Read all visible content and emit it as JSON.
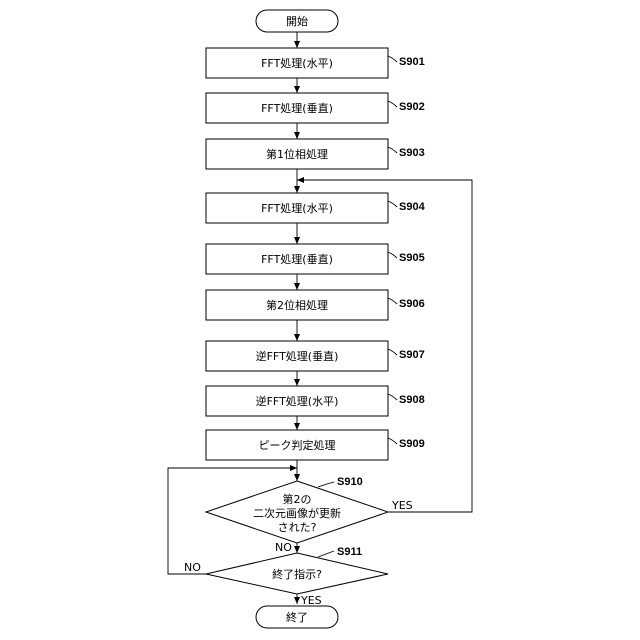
{
  "flowchart": {
    "start_label": "開始",
    "end_label": "終了",
    "steps": [
      {
        "id": "S901",
        "label": "FFT処理(水平)"
      },
      {
        "id": "S902",
        "label": "FFT処理(垂直)"
      },
      {
        "id": "S903",
        "label": "第1位相処理"
      },
      {
        "id": "S904",
        "label": "FFT処理(水平)"
      },
      {
        "id": "S905",
        "label": "FFT処理(垂直)"
      },
      {
        "id": "S906",
        "label": "第2位相処理"
      },
      {
        "id": "S907",
        "label": "逆FFT処理(垂直)"
      },
      {
        "id": "S908",
        "label": "逆FFT処理(水平)"
      },
      {
        "id": "S909",
        "label": "ピーク判定処理"
      }
    ],
    "decision1": {
      "id": "S910",
      "lines": [
        "第2の",
        "二次元画像が更新",
        "された?"
      ],
      "yes_label": "YES",
      "no_label": "NO"
    },
    "decision2": {
      "id": "S911",
      "label": "終了指示?",
      "yes_label": "YES",
      "no_label": "NO"
    }
  }
}
